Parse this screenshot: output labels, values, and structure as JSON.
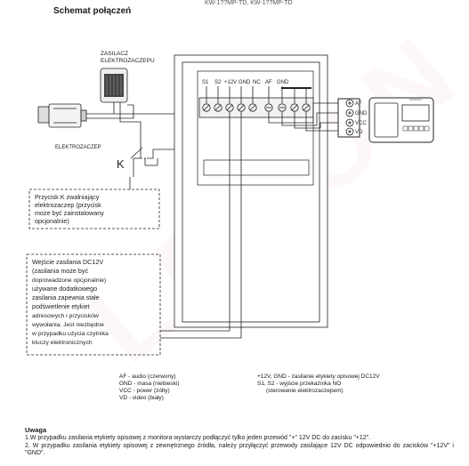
{
  "header": {
    "top_partial": "KW-1??MP-TD, KW-1??MP-TD",
    "title": "Schemat połączeń"
  },
  "components": {
    "zasilacz": [
      "ZASILACZ",
      "ELEKTROZACZEPU"
    ],
    "elektrozaczep": "ELEKTROZACZEP",
    "k_label": "K",
    "terminals": [
      "S1",
      "S2",
      "+12V",
      "GND",
      "NC",
      "AF",
      "GND"
    ],
    "monitor_pins": [
      "AF",
      "GND",
      "VCC",
      "VD"
    ]
  },
  "notes": {
    "przycisk": [
      "Przycisk K zwalniający",
      "elektrozaczep (przycisk",
      "może być zainstalowany",
      "opcjonalnie)"
    ],
    "wejscie": [
      "Wejście zasilania DC12V",
      "(zasilania może być",
      "doprowadzone opcjonalnie)",
      "używane dodatkowego",
      "zasilania zapewnia stałe",
      "podświetlenie etykiet",
      "adresowych i przycisków",
      "wywołania. Jest niezbędne",
      "w przypadku użycia czytnika",
      "kluczy elektronicznych"
    ]
  },
  "legend_left": [
    "AF - audio (czerwony)",
    "GND - masa (niebieski)",
    "VCC -  power (żółty)",
    "VD -  video (biały)"
  ],
  "legend_right": [
    "+12V, GND - zasilanie etykiety opisowej DC12V",
    "S1, S2 -  wyjście przekaźnika NO",
    "(sterowanie elektrozaczepem)"
  ],
  "uwaga": {
    "title": "Uwaga",
    "line1": "1.W przypadku zasilania etykiety opisowej z monitora wystarczy podłączyć tylko jeden przewód \"+\" 12V DC do zacisku \"+12\".",
    "line2": "2. W przypadku zasilania etykiety opisowej z zewnętrznego źródła, należy przyłączyć przewody zasilające 12V DC odpowiednio do zacisków \"+12V\" i \"GND\"."
  },
  "watermark": "LEFON",
  "colors": {
    "line": "#222222",
    "watermark": "#e79a9a"
  }
}
